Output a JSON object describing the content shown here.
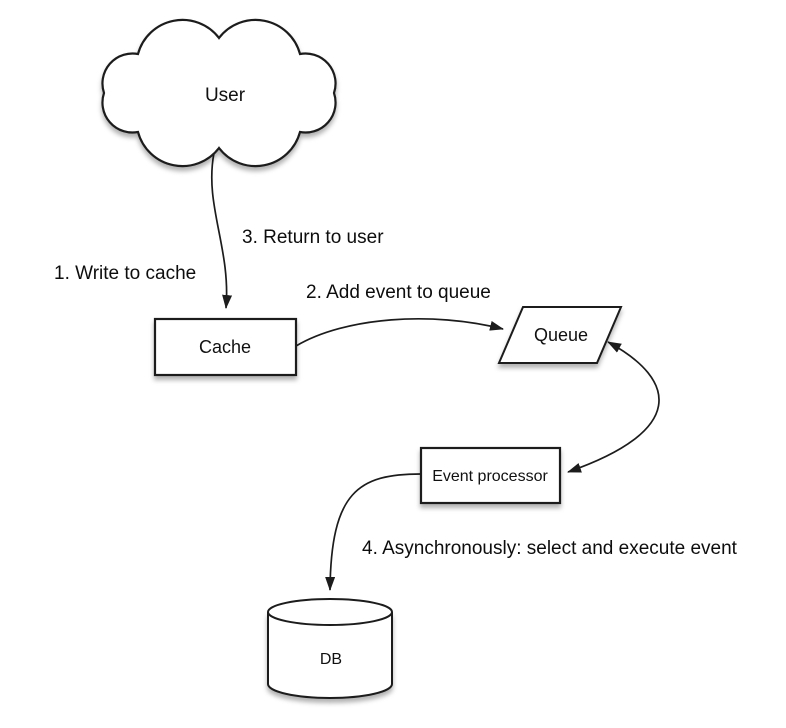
{
  "diagram": {
    "type": "flow-diagram",
    "background": "#ffffff",
    "stroke_color": "#1c1c1c",
    "shape_fill": "#ffffff",
    "text_color": "#111111",
    "nodes": {
      "user": {
        "label": "User",
        "shape": "cloud"
      },
      "cache": {
        "label": "Cache",
        "shape": "rectangle"
      },
      "queue": {
        "label": "Queue",
        "shape": "parallelogram"
      },
      "event_processor": {
        "label": "Event processor",
        "shape": "rectangle"
      },
      "db": {
        "label": "DB",
        "shape": "cylinder"
      }
    },
    "annotations": {
      "step1": {
        "text": "1. Write to cache"
      },
      "step2": {
        "text": "2. Add event to queue"
      },
      "step3": {
        "text": "3. Return to user"
      },
      "step4": {
        "text": "4. Asynchronously: select and execute event"
      }
    },
    "edges": [
      {
        "from": "user",
        "to": "cache",
        "style": "curved",
        "arrowheads": "end"
      },
      {
        "from": "cache",
        "to": "queue",
        "style": "curved",
        "arrowheads": "end"
      },
      {
        "from": "queue",
        "to": "event_processor",
        "style": "curved",
        "arrowheads": "both"
      },
      {
        "from": "event_processor",
        "to": "db",
        "style": "curved",
        "arrowheads": "end"
      }
    ]
  }
}
